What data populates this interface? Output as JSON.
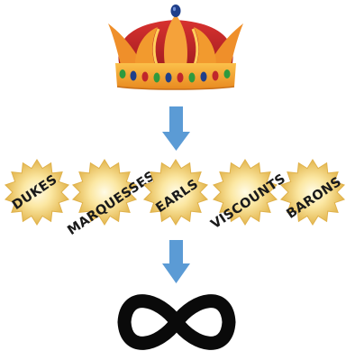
{
  "diagram": {
    "top_symbol": "crown-icon",
    "ranks": [
      "DUKES",
      "MARQUESSES",
      "EARLS",
      "VISCOUNTS",
      "BARONS"
    ],
    "bottom_symbol": "infinity-icon"
  },
  "colors": {
    "arrow": "#5b9bd5",
    "burst_outer": "#e8c46a",
    "burst_inner": "#fff6cf",
    "crown_red": "#c8282d",
    "crown_orange": "#f0932b",
    "crown_gold": "#f5b731",
    "crown_band": "#f6a623",
    "jewel_blue": "#1f3f8a",
    "jewel_green": "#2e9a3e",
    "jewel_red": "#c0262b",
    "infinity": "#0a0a0a"
  }
}
